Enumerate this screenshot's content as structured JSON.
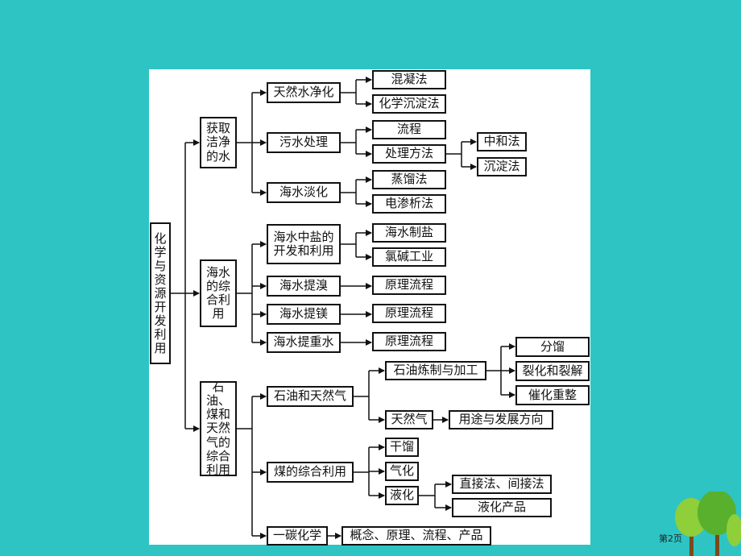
{
  "root": "化学与资源开发利用",
  "groups": {
    "water": "获取洁净的水",
    "sea": "海水的综合利用",
    "oil": "石油、煤和天然气的综合利用"
  },
  "water": {
    "natural": "天然水净化",
    "coag": "混凝法",
    "chemprec": "化学沉淀法",
    "sewage": "污水处理",
    "flow": "流程",
    "method": "处理方法",
    "neutral": "中和法",
    "precip": "沉淀法",
    "desal": "海水淡化",
    "distill": "蒸馏法",
    "electro": "电渗析法"
  },
  "sea": {
    "salt": "海水中盐的开发和利用",
    "saltmake": "海水制盐",
    "chloralkali": "氯碱工业",
    "bromine": "海水提溴",
    "bromine_flow": "原理流程",
    "magnesium": "海水提镁",
    "magnesium_flow": "原理流程",
    "heavywater": "海水提重水",
    "heavywater_flow": "原理流程"
  },
  "oil": {
    "oilgas": "石油和天然气",
    "refine": "石油炼制与加工",
    "fraction": "分馏",
    "crack": "裂化和裂解",
    "reform": "催化重整",
    "gas": "天然气",
    "gasuse": "用途与发展方向",
    "coal": "煤的综合利用",
    "dry": "干馏",
    "gasify": "气化",
    "liquefy": "液化",
    "direct": "直接法、间接法",
    "liqprod": "液化产品",
    "c1": "一碳化学",
    "c1items": "概念、原理、流程、产品"
  },
  "page_label": "第2页",
  "colors": {
    "background": "#2ec4c4",
    "panel": "#ffffff",
    "line": "#111111"
  }
}
